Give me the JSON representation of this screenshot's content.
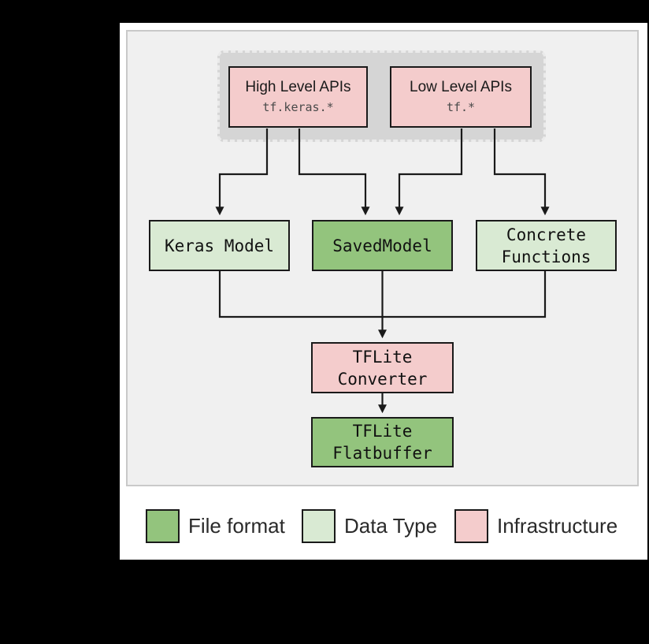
{
  "colors": {
    "file_format_green": "#93c47d",
    "data_type_green": "#d9ead3",
    "infrastructure_pink": "#f4cccc",
    "api_group_gray": "#d5d5d5",
    "panel_background": "#f0f0f0",
    "connector_black": "#1a1a1a"
  },
  "diagram": {
    "api_group": {
      "high_level": {
        "title": "High Level APIs",
        "code": "tf.keras.*"
      },
      "low_level": {
        "title": "Low Level APIs",
        "code": "tf.*"
      }
    },
    "keras_model": {
      "label": "Keras Model"
    },
    "saved_model": {
      "label": "SavedModel"
    },
    "concrete_functions": {
      "line1": "Concrete",
      "line2": "Functions"
    },
    "tflite_converter": {
      "line1": "TFLite",
      "line2": "Converter"
    },
    "tflite_flatbuffer": {
      "line1": "TFLite",
      "line2": "Flatbuffer"
    }
  },
  "legend": {
    "items": [
      {
        "label": "File format",
        "color": "#93c47d"
      },
      {
        "label": "Data Type",
        "color": "#d9ead3"
      },
      {
        "label": "Infrastructure",
        "color": "#f4cccc"
      }
    ]
  }
}
